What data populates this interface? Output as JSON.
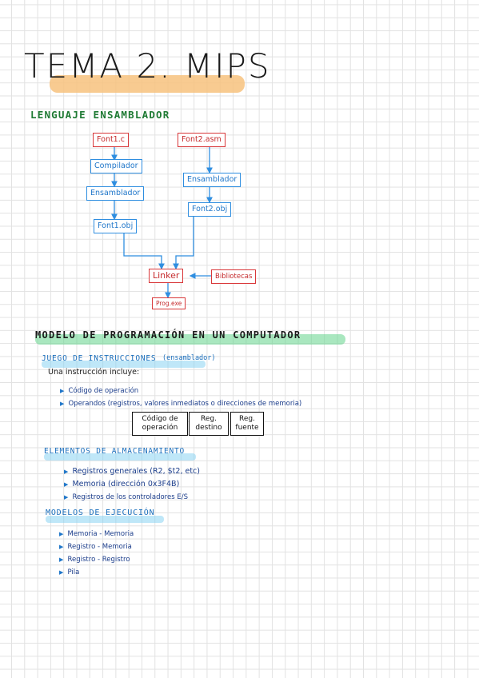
{
  "title": "TEMA 2. MIPS",
  "subtitle": "LENGUAJE ENSAMBLADOR",
  "flow": {
    "font1_c": "Font1.c",
    "compilador": "Compilador",
    "ensamblador_left": "Ensamblador",
    "font1_obj": "Font1.obj",
    "font2_asm": "Font2.asm",
    "ensamblador_right": "Ensamblador",
    "font2_obj": "Font2.obj",
    "linker": "Linker",
    "bibliotecas": "Bibliotecas",
    "prog_exe": "Prog.exe"
  },
  "section2": {
    "heading": "MODELO DE PROGRAMACIÓN EN UN COMPUTADOR",
    "juego_heading": "JUEGO DE INSTRUCCIONES",
    "juego_note": "(ensamblador)",
    "instr_intro": "Una instrucción incluye:",
    "instr_items": [
      "Código de operación",
      "Operandos (registros, valores inmediatos o direcciones de memoria)"
    ],
    "boxes": [
      {
        "line1": "Código de",
        "line2": "operación"
      },
      {
        "line1": "Reg.",
        "line2": "destino"
      },
      {
        "line1": "Reg.",
        "line2": "fuente"
      }
    ],
    "almac_heading": "ELEMENTOS DE ALMACENAMIENTO",
    "almac_items": [
      "Registros generales (R2, $t2, etc)",
      "Memoria (dirección 0x3F4B)",
      "Registros de los controladores E/S"
    ],
    "ejec_heading": "MODELOS DE EJECUCIÓN",
    "ejec_items": [
      "Memoria - Memoria",
      "Registro - Memoria",
      "Registro - Registro",
      "Pila"
    ]
  },
  "colors": {
    "title_highlight": "#f7c27e",
    "green_heading": "#1e7a33",
    "section_highlight": "#62d38a",
    "red_box": "#d9383a",
    "blue_box": "#2f8ee0",
    "blue_highlight": "#7fd0f2"
  }
}
